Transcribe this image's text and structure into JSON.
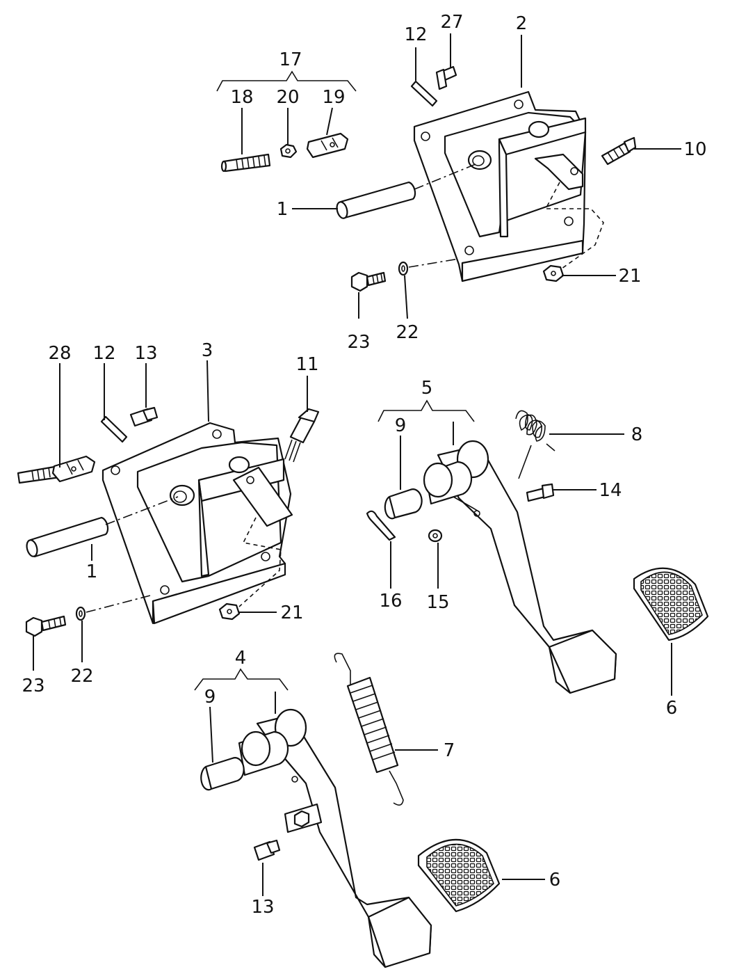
{
  "diagram": {
    "callouts": {
      "c1a": "1",
      "c1b": "1",
      "c2": "2",
      "c3": "3",
      "c4": "4",
      "c5": "5",
      "c6a": "6",
      "c6b": "6",
      "c7": "7",
      "c8": "8",
      "c9a": "9",
      "c9b": "9",
      "c10": "10",
      "c11": "11",
      "c12a": "12",
      "c12b": "12",
      "c13a": "13",
      "c13b": "13",
      "c14": "14",
      "c15": "15",
      "c16": "16",
      "c17": "17",
      "c18": "18",
      "c19": "19",
      "c20": "20",
      "c21a": "21",
      "c21b": "21",
      "c22a": "22",
      "c22b": "22",
      "c23a": "23",
      "c23b": "23",
      "c27": "27",
      "c28": "28"
    }
  }
}
